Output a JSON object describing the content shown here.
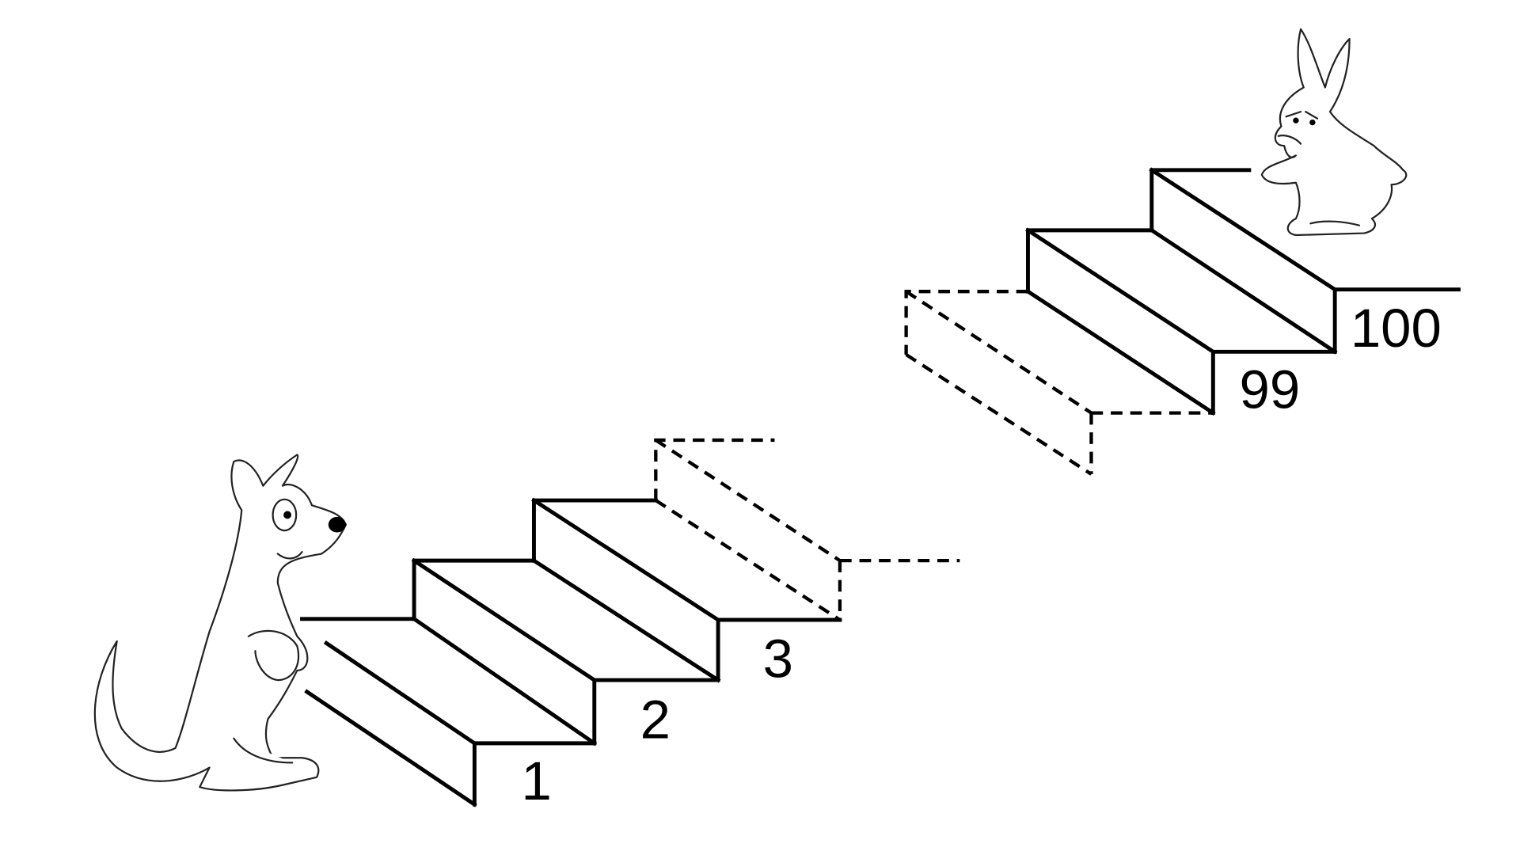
{
  "step_labels": {
    "step1": "1",
    "step2": "2",
    "step3": "3",
    "step99": "99",
    "step100": "100"
  },
  "characters": [
    "kangaroo",
    "rabbit"
  ],
  "colors": {
    "line": "#000000",
    "background": "#ffffff"
  }
}
